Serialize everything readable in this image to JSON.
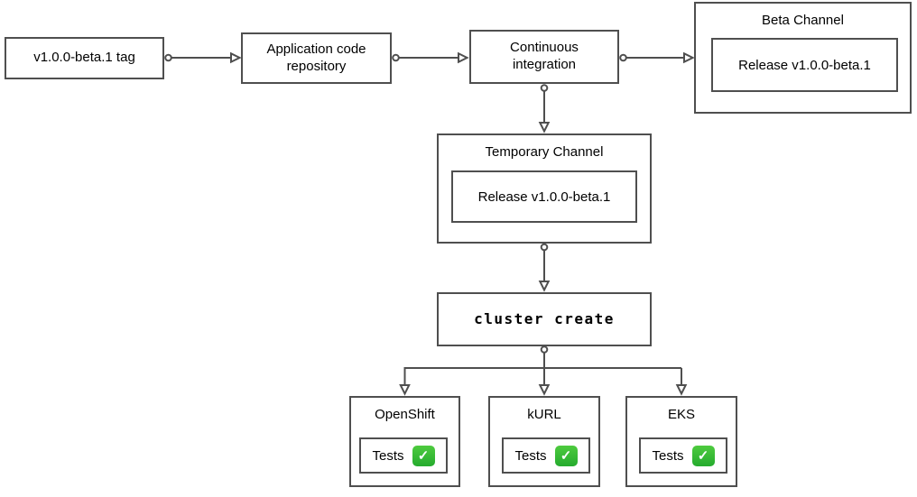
{
  "diagram": {
    "type": "flowchart",
    "colors": {
      "border": "#4f4f4f",
      "text": "#000000",
      "background": "#ffffff",
      "check_green": "#2fb32f",
      "check_mark_white": "#ffffff"
    },
    "nodes": {
      "tag": {
        "label": "v1.0.0-beta.1 tag"
      },
      "repo": {
        "label": "Application code repository"
      },
      "ci": {
        "label": "Continuous integration"
      },
      "beta_channel": {
        "title": "Beta Channel",
        "release": "Release v1.0.0-beta.1"
      },
      "temp_channel": {
        "title": "Temporary Channel",
        "release": "Release v1.0.0-beta.1"
      },
      "cluster_create": {
        "label": "cluster create"
      },
      "platforms": [
        {
          "name": "OpenShift",
          "tests_label": "Tests",
          "status_icon": "check-mark-icon"
        },
        {
          "name": "kURL",
          "tests_label": "Tests",
          "status_icon": "check-mark-icon"
        },
        {
          "name": "EKS",
          "tests_label": "Tests",
          "status_icon": "check-mark-icon"
        }
      ]
    },
    "icons": {
      "tests_status": {
        "name": "check-mark-icon",
        "glyph": "✓"
      }
    },
    "edges": [
      {
        "from": "tag",
        "to": "repo"
      },
      {
        "from": "repo",
        "to": "ci"
      },
      {
        "from": "ci",
        "to": "beta_channel"
      },
      {
        "from": "ci",
        "to": "temp_channel"
      },
      {
        "from": "temp_channel",
        "to": "cluster_create"
      },
      {
        "from": "cluster_create",
        "to": "openshift"
      },
      {
        "from": "cluster_create",
        "to": "kurl"
      },
      {
        "from": "cluster_create",
        "to": "eks"
      }
    ]
  }
}
